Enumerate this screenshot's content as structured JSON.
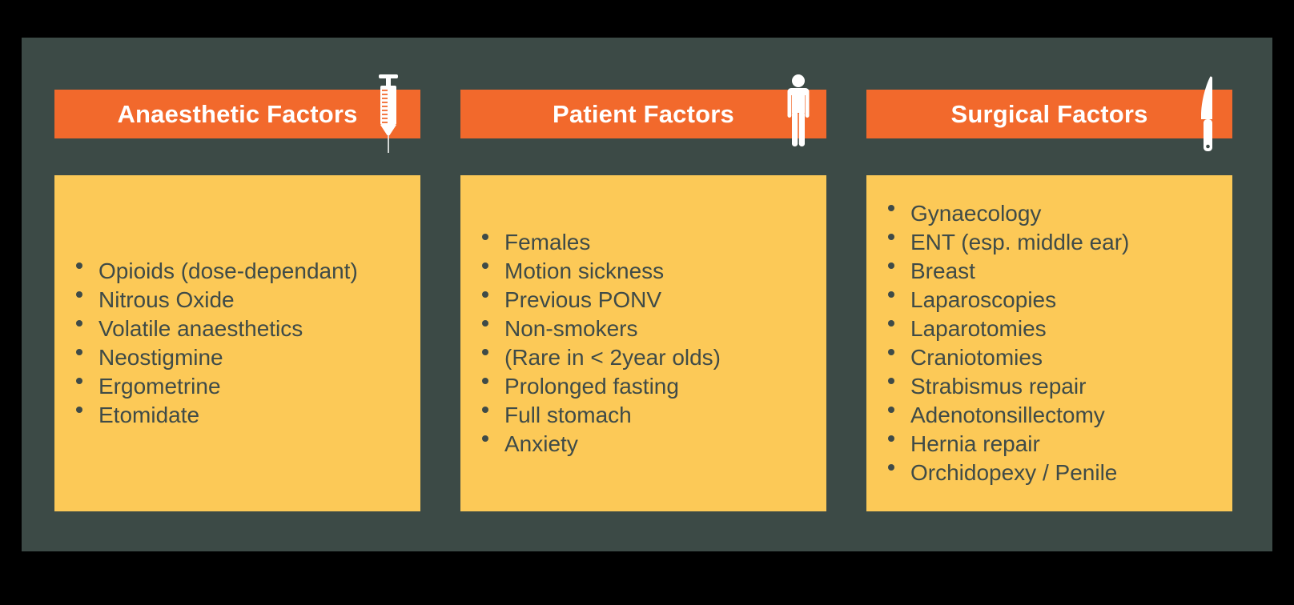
{
  "columns": [
    {
      "title": "Anaesthetic Factors",
      "icon": "syringe-icon",
      "items": [
        "Opioids (dose-dependant)",
        "Nitrous Oxide",
        "Volatile anaesthetics",
        "Neostigmine",
        "Ergometrine",
        "Etomidate"
      ]
    },
    {
      "title": "Patient Factors",
      "icon": "person-icon",
      "items": [
        "Females",
        "Motion sickness",
        "Previous PONV",
        "Non-smokers",
        "(Rare in < 2year olds)",
        "Prolonged fasting",
        "Full stomach",
        "Anxiety"
      ]
    },
    {
      "title": "Surgical Factors",
      "icon": "scalpel-knife-icon",
      "items": [
        "Gynaecology",
        "ENT (esp. middle ear)",
        "Breast",
        "Laparoscopies",
        "Laparotomies",
        "Craniotomies",
        "Strabismus repair",
        "Adenotonsillectomy",
        "Hernia repair",
        "Orchidopexy / Penile"
      ]
    }
  ],
  "colors": {
    "background": "#000000",
    "panel": "#3C4A46",
    "header_bar": "#F2692C",
    "card": "#FCC957",
    "header_text": "#FFFFFF",
    "list_text": "#3F4B48"
  }
}
